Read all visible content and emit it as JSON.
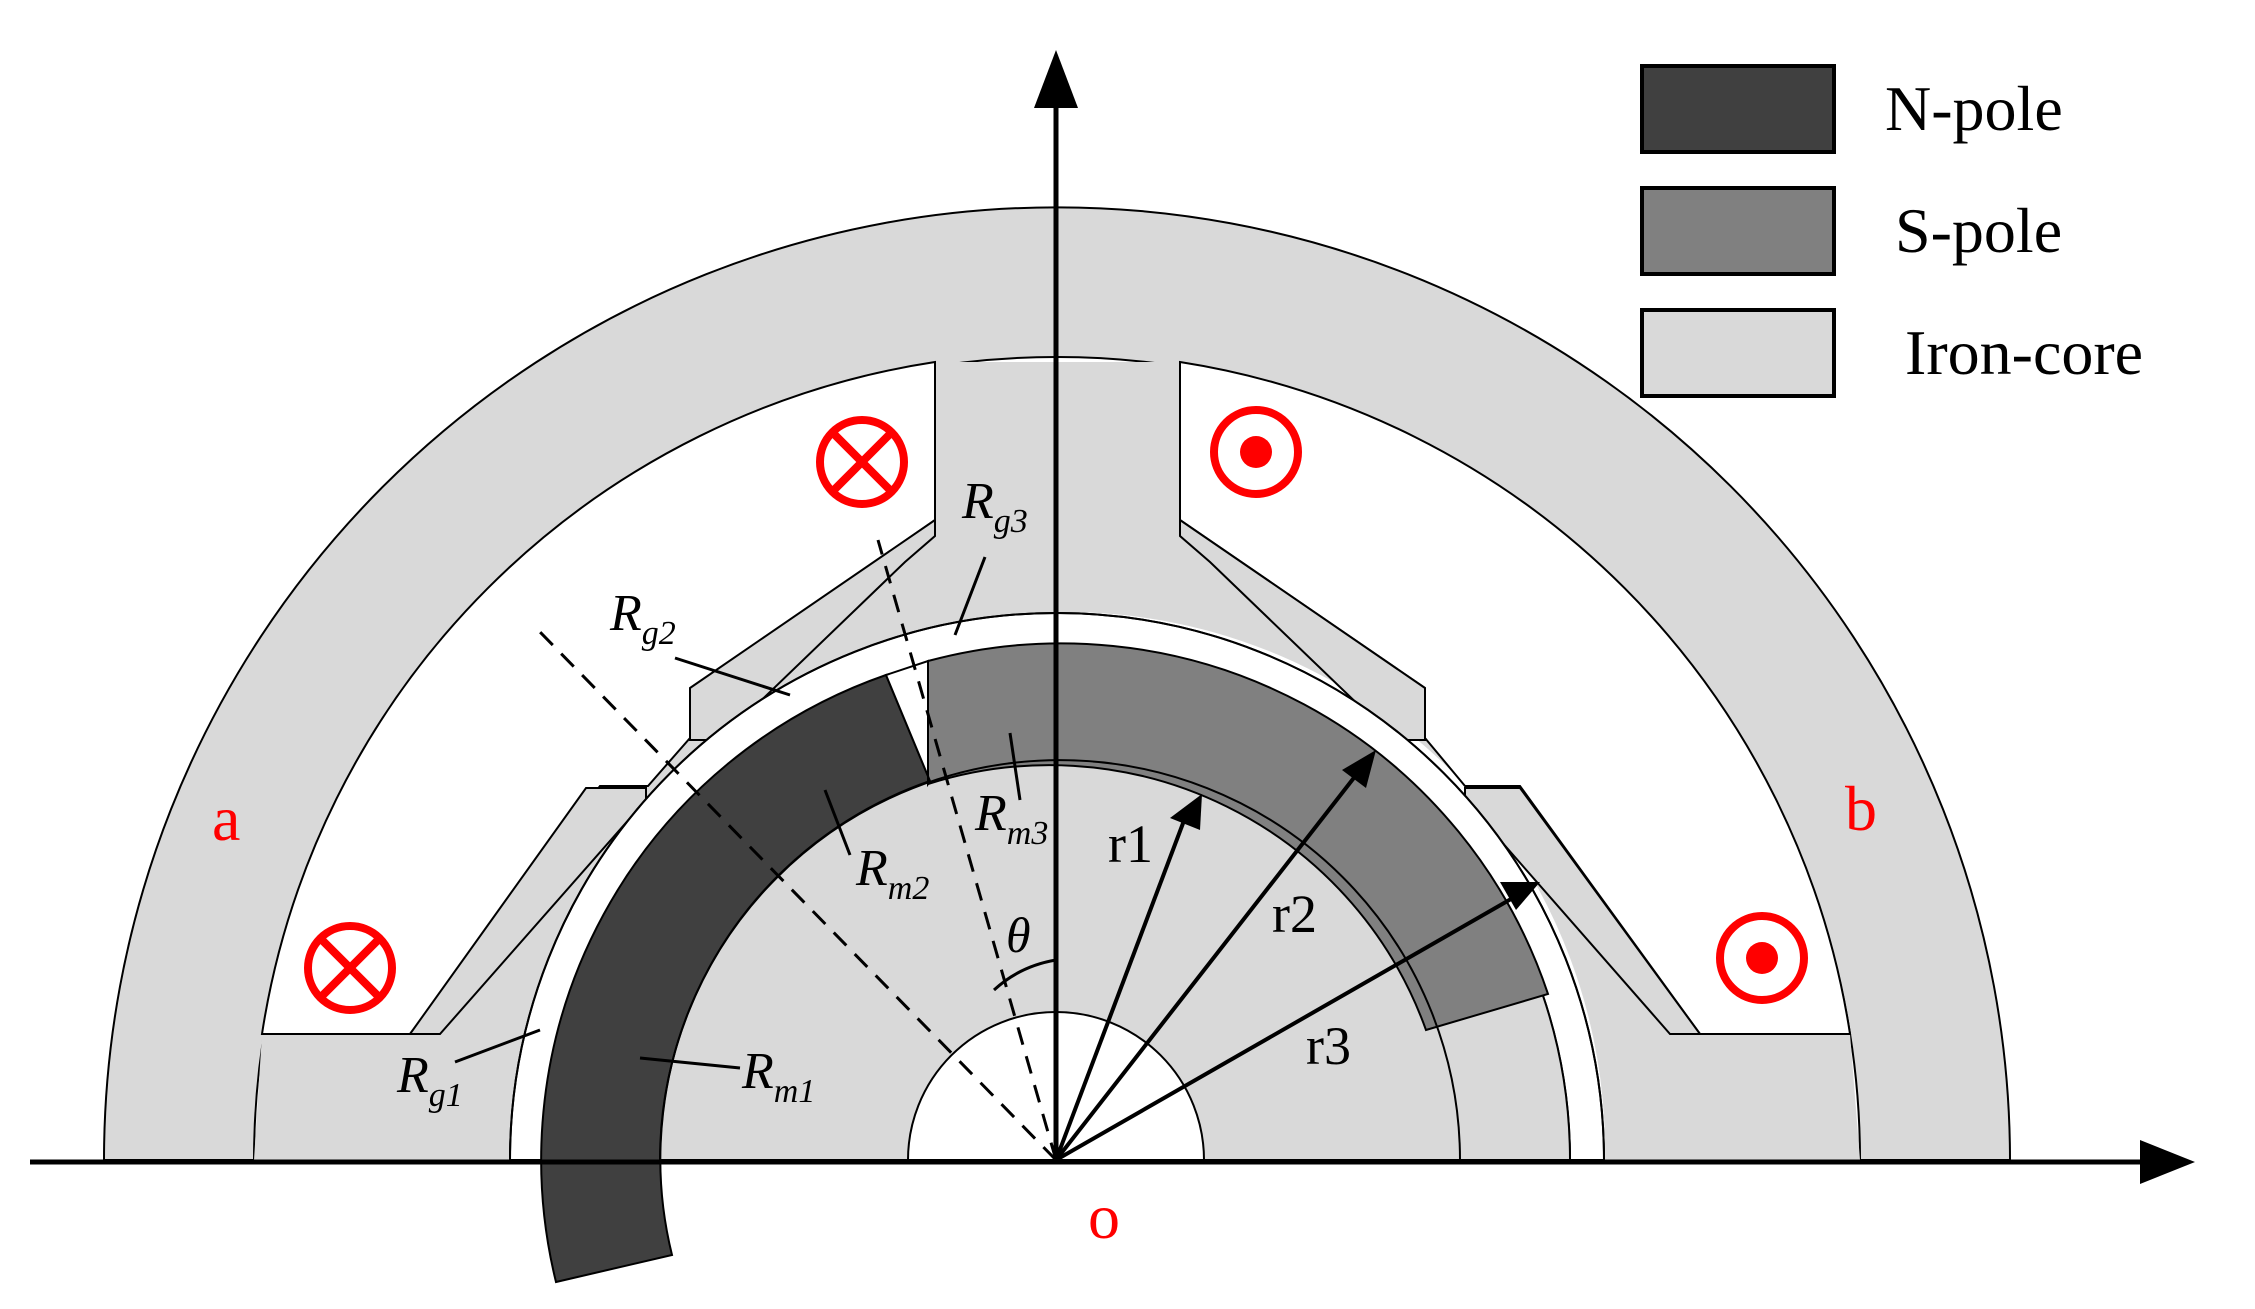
{
  "legend": {
    "items": [
      {
        "label": "N-pole",
        "color": "#404040"
      },
      {
        "label": "S-pole",
        "color": "#808080"
      },
      {
        "label": "Iron-core",
        "color": "#d9d9d9"
      }
    ]
  },
  "labels": {
    "a": "a",
    "b": "b",
    "origin": "o",
    "theta": "θ",
    "r1": "r1",
    "r2": "r2",
    "r3": "r3"
  },
  "reluctances": [
    {
      "main": "R",
      "sub": "g1"
    },
    {
      "main": "R",
      "sub": "g2"
    },
    {
      "main": "R",
      "sub": "g3"
    },
    {
      "main": "R",
      "sub": "m1"
    },
    {
      "main": "R",
      "sub": "m2"
    },
    {
      "main": "R",
      "sub": "m3"
    }
  ],
  "colors": {
    "n_pole": "#404040",
    "s_pole": "#808080",
    "iron": "#d9d9d9",
    "coil_marks": "#ff0000",
    "phase_labels": "#ff0000"
  },
  "icons": {
    "coil_into_page": "cross-circle-icon",
    "coil_out_of_page": "dot-circle-icon"
  }
}
